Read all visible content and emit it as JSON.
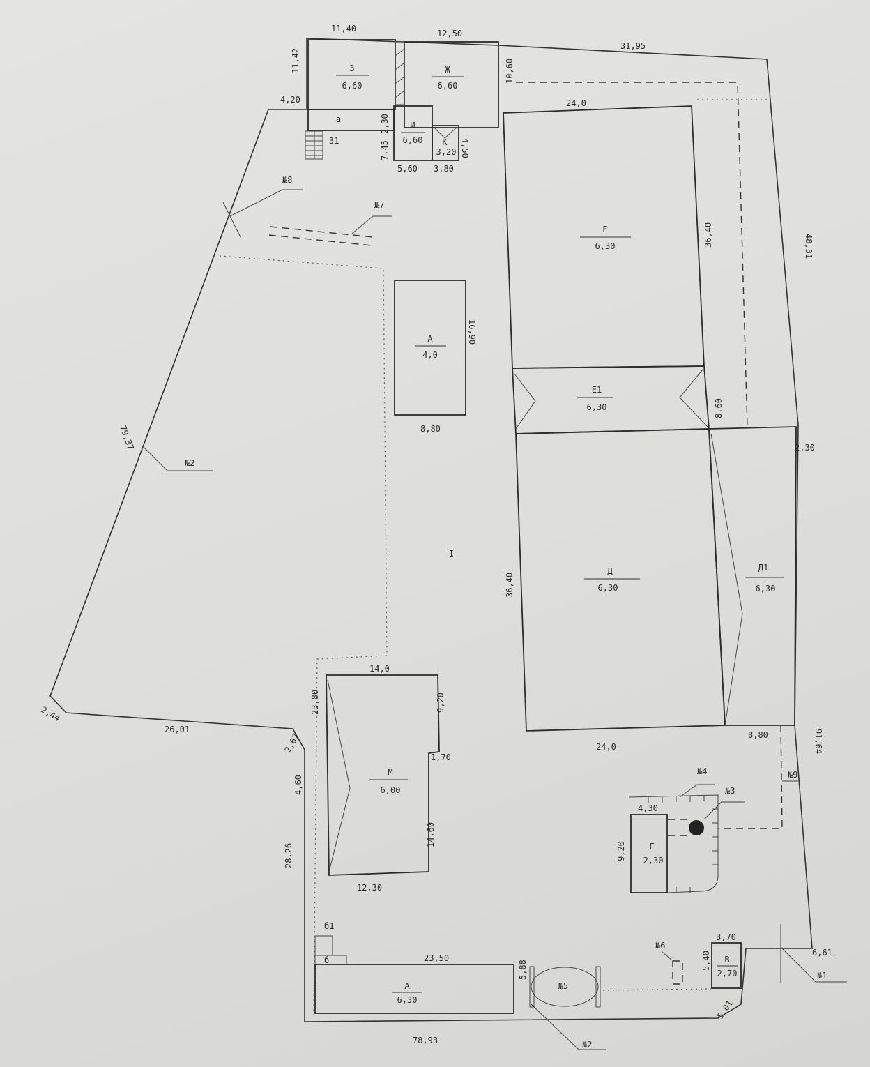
{
  "buildings": [
    {
      "letter": "З",
      "height": "6,60"
    },
    {
      "letter": "Ж",
      "height": "6,60"
    },
    {
      "letter": "И",
      "height": "6,60"
    },
    {
      "letter": "К",
      "height": "3,20"
    },
    {
      "letter": "Е",
      "height": "6,30"
    },
    {
      "letter": "Е1",
      "height": "6,30"
    },
    {
      "letter": "Д",
      "height": "6,30"
    },
    {
      "letter": "Д1",
      "height": "6,30"
    },
    {
      "letter": "А",
      "height": "4,0"
    },
    {
      "letter": "М",
      "height": "6,00"
    },
    {
      "letter": "Г",
      "height": "2,30"
    },
    {
      "letter": "В",
      "height": "2,70"
    },
    {
      "letter": "А",
      "height": "6,30"
    }
  ],
  "small_labels": {
    "yard": "I",
    "porch_a": "а",
    "stair": "31",
    "porch_b1": "б1",
    "porch_b": "б"
  },
  "markers": [
    "№1",
    "№2",
    "№2",
    "№3",
    "№4",
    "№5",
    "№6",
    "№7",
    "№8",
    "№9"
  ],
  "dims": [
    "11,40",
    "12,50",
    "31,95",
    "11,42",
    "4,20",
    "10,60",
    "24,0",
    "2,30",
    "7,45",
    "5,60",
    "3,80",
    "4,50",
    "36,40",
    "16,90",
    "8,80",
    "8,60",
    "48,31",
    "2,30",
    "79,37",
    "2,44",
    "26,01",
    "2,67",
    "4,60",
    "28,26",
    "14,0",
    "23,80",
    "9,20",
    "1,70",
    "14,60",
    "12,30",
    "36,40",
    "24,0",
    "8,80",
    "91,64",
    "4,30",
    "9,20",
    "3,70",
    "5,40",
    "6,61",
    "5,01",
    "23,50",
    "5,88",
    "78,93"
  ]
}
